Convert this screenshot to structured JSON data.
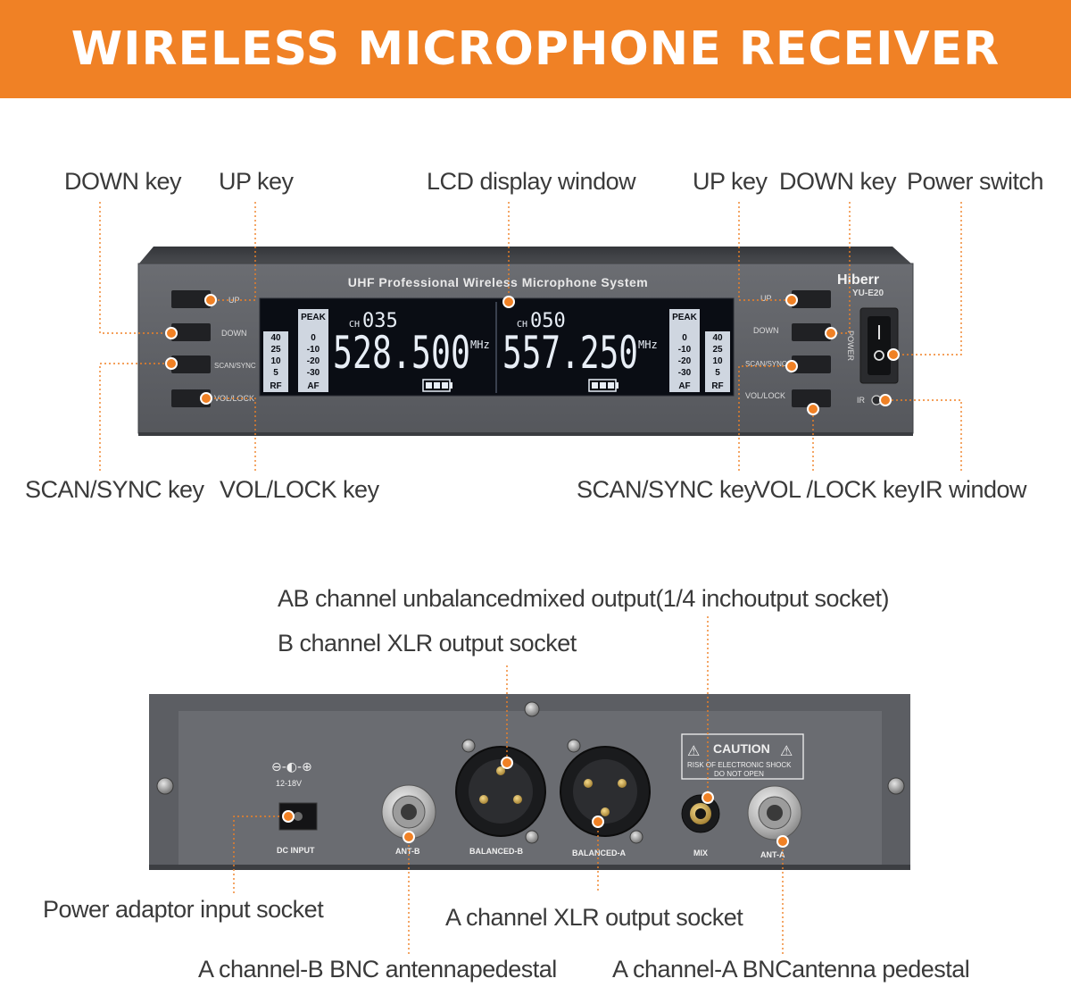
{
  "header": {
    "title": "WIRELESS MICROPHONE RECEIVER"
  },
  "front_labels": {
    "top": [
      "DOWN key",
      "UP key",
      "LCD display window",
      "UP key",
      "DOWN key",
      "Power switch"
    ],
    "bottom": [
      "SCAN/SYNC key",
      "VOL/LOCK key",
      "SCAN/SYNC key",
      "VOL /LOCK key",
      "IR window"
    ]
  },
  "front_panel": {
    "system_title": "UHF Professional Wireless Microphone System",
    "brand": "Hiberr",
    "model": "YU-E20",
    "left_buttons": [
      "UP",
      "DOWN",
      "SCAN/SYNC",
      "VOL/LOCK"
    ],
    "right_buttons": [
      "UP",
      "DOWN",
      "SCAN/SYNC",
      "VOL/LOCK"
    ],
    "power_label": "POWER",
    "ir_label": "IR",
    "rf_scale": [
      "40",
      "25",
      "10",
      "5",
      "RF"
    ],
    "af_scale": [
      "PEAK",
      "0",
      "-10",
      "-20",
      "-30",
      "AF"
    ],
    "lcd": {
      "ch_label": "CH",
      "channel_a": "035",
      "freq_a": "528.500",
      "channel_b": "050",
      "freq_b": "557.250",
      "unit": "MHz"
    }
  },
  "rear_labels": {
    "mix_output": "AB channel unbalancedmixed output(1/4 inchoutput socket)",
    "b_xlr": "B channel XLR output socket",
    "power_socket": "Power adaptor input socket",
    "a_xlr": "A channel XLR output socket",
    "ant_b": "A channel-B BNC antennapedestal",
    "ant_a": "A channel-A BNCantenna pedestal"
  },
  "rear_panel": {
    "dc_voltage": "12-18V",
    "dc_input": "DC INPUT",
    "ant_b": "ANT-B",
    "balanced_b": "BALANCED-B",
    "balanced_a": "BALANCED-A",
    "mix": "MIX",
    "ant_a": "ANT-A",
    "caution_title": "CAUTION",
    "caution_line1": "RISK OF ELECTRONIC SHOCK",
    "caution_line2": "DO NOT OPEN"
  },
  "colors": {
    "banner": "#f08125",
    "leader": "#f08125",
    "panel": "#5f6166",
    "lcd_bg": "#0a0d14",
    "lcd_text": "#e8eef6"
  }
}
